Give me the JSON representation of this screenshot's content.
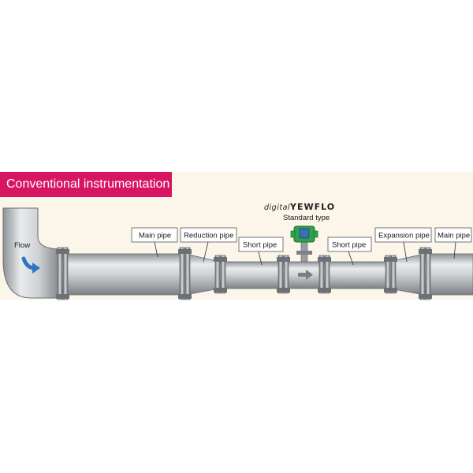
{
  "title": "Conventional instrumentation",
  "flow_label": "Flow",
  "device": {
    "brand_prefix": "digital",
    "brand_name": "YEWFLO",
    "subtitle": "Standard type"
  },
  "pipe_labels": {
    "main_left": "Main pipe",
    "reduction": "Reduction pipe",
    "short_left": "Short pipe",
    "short_right": "Short pipe",
    "expansion": "Expansion pipe",
    "main_right": "Main pipe"
  },
  "colors": {
    "badge": "#d81563",
    "background": "#fbf6e9",
    "pipe": "#c9ccd0",
    "transmitter": "#2fa24a",
    "flow_arrow": "#2a78c2"
  }
}
